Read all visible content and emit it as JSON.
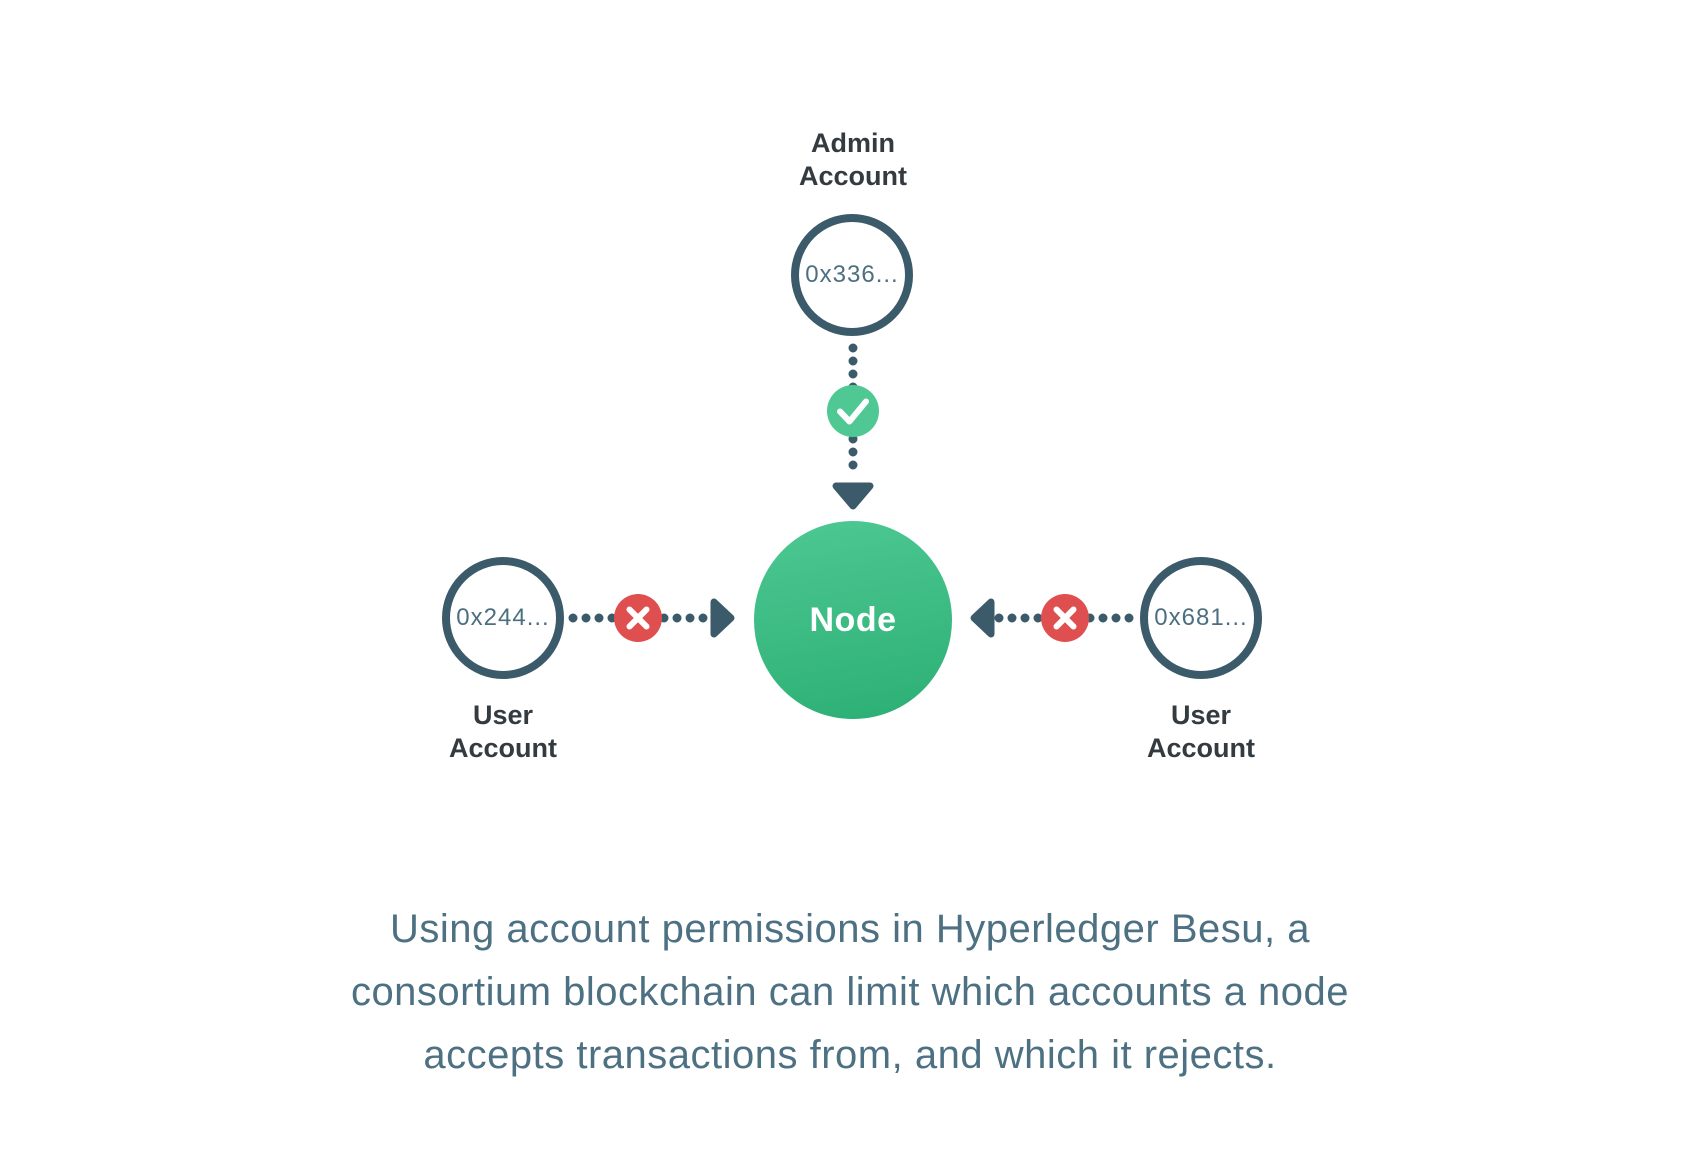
{
  "colors": {
    "connector_slate": "#3b5a6a",
    "label_text": "#333b40",
    "address_text": "#4c6f80",
    "node_green_top": "#4bc691",
    "node_green_bottom": "#2eb176",
    "accept_green": "#4fc893",
    "reject_red": "#e04f4f",
    "caption_text": "#4d7183",
    "background": "#ffffff"
  },
  "diagram": {
    "admin_account": {
      "label_line1": "Admin",
      "label_line2": "Account",
      "address": "0x336..."
    },
    "node": {
      "label": "Node"
    },
    "user_account_left": {
      "label_line1": "User",
      "label_line2": "Account",
      "address": "0x244..."
    },
    "user_account_right": {
      "label_line1": "User",
      "label_line2": "Account",
      "address": "0x681..."
    },
    "connections": [
      {
        "from": "admin_account",
        "to": "node",
        "status": "accepted",
        "icon": "check-icon"
      },
      {
        "from": "user_account_left",
        "to": "node",
        "status": "rejected",
        "icon": "x-icon"
      },
      {
        "from": "user_account_right",
        "to": "node",
        "status": "rejected",
        "icon": "x-icon"
      }
    ]
  },
  "caption": {
    "line1": "Using account permissions in Hyperledger Besu, a",
    "line2": "consortium blockchain can limit which accounts a node",
    "line3": "accepts transactions from, and which it rejects."
  }
}
